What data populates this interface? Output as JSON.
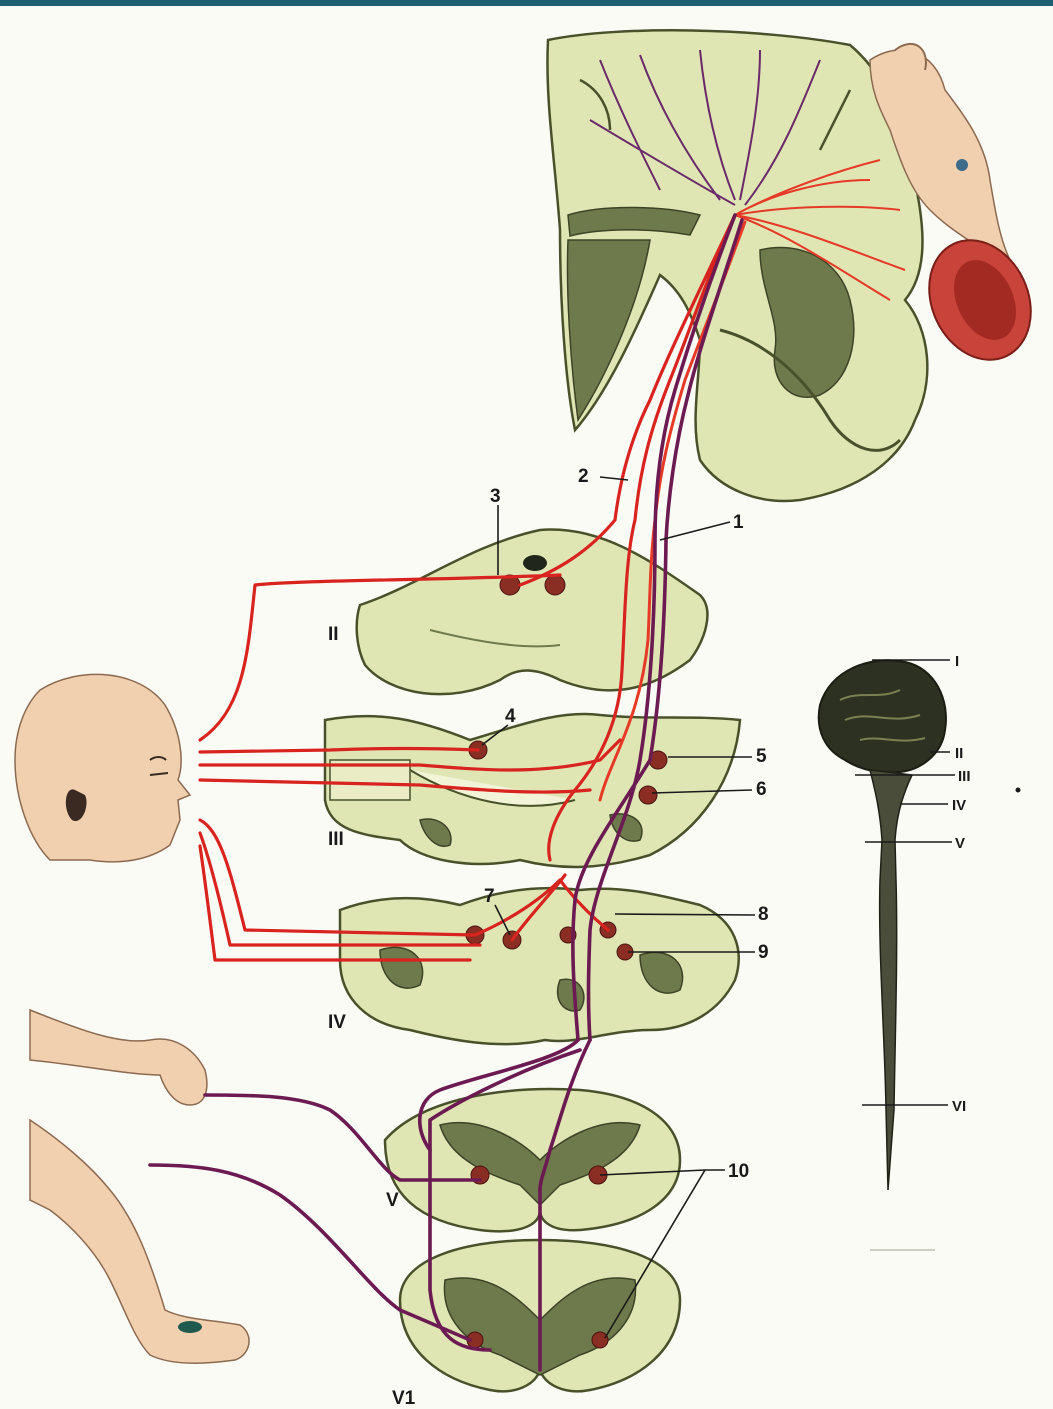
{
  "figure": {
    "labels": {
      "l1": "1",
      "l2": "2",
      "l3": "3",
      "l4": "4",
      "l5": "5",
      "l6": "6",
      "l7": "7",
      "l8": "8",
      "l9": "9",
      "l10": "10"
    },
    "levels": {
      "II": "II",
      "III": "III",
      "IV": "IV",
      "V": "V",
      "VI": "V1"
    },
    "inset_levels": {
      "I": "I",
      "II": "II",
      "III": "III",
      "IV": "IV",
      "V": "V",
      "VI": "VI"
    }
  },
  "colors": {
    "frame_bar": "#1d5f73",
    "motor_tract_red": "#d8231f",
    "motor_tract_purple": "#6c1a52",
    "brain_section": "#dfe6b4",
    "grey_matter": "#6f7a4c"
  }
}
